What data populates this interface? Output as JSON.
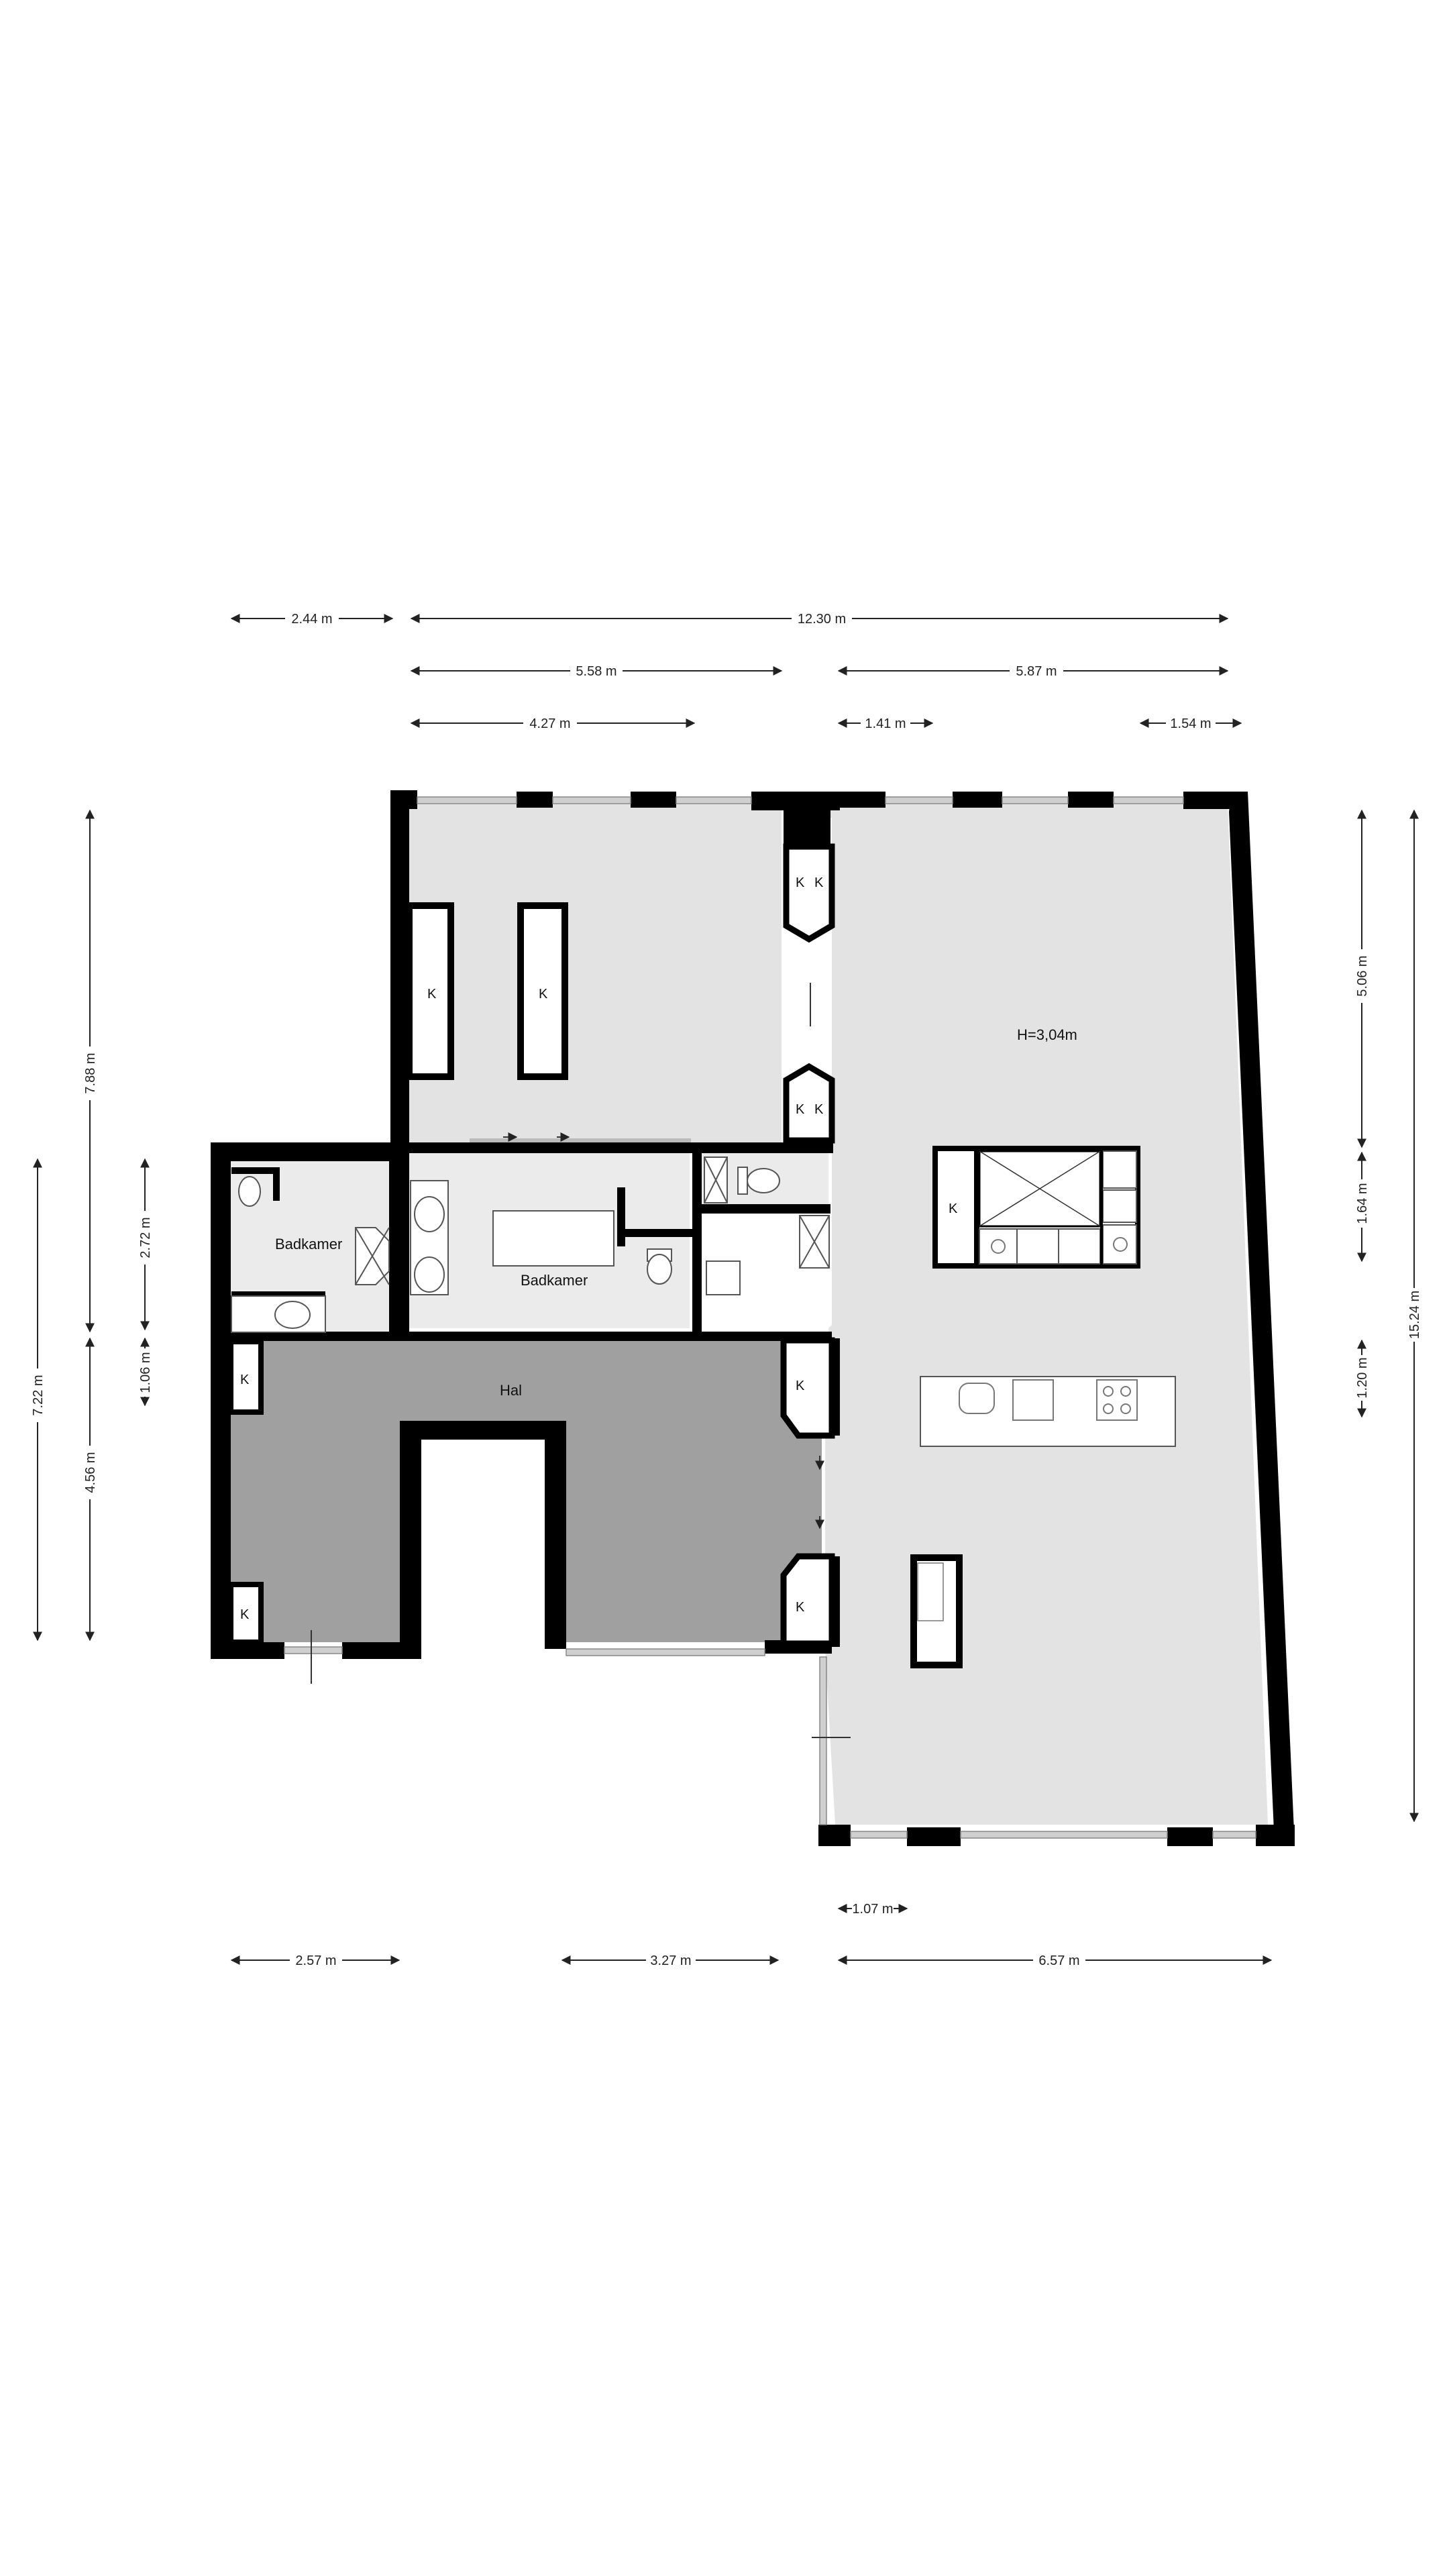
{
  "floorplan": {
    "colors": {
      "wall": "#000000",
      "floor_light": "#e3e3e3",
      "floor_bath": "#ebebeb",
      "floor_hall": "#a0a0a0",
      "window": "#cfcfcf",
      "dimension_line": "#222222",
      "fixture_stroke": "#555555"
    },
    "rooms": {
      "living_height": "H=3,04m",
      "bathroom_left": "Badkamer",
      "bathroom_center": "Badkamer",
      "hall": "Hal"
    },
    "closet_label": "K",
    "dimensions": {
      "top": [
        "2.44 m",
        "12.30 m",
        "5.58 m",
        "5.87 m",
        "4.27 m",
        "1.41 m",
        "1.54 m"
      ],
      "bottom": [
        "1.07 m",
        "2.57 m",
        "3.27 m",
        "6.57 m"
      ],
      "left": [
        "7.88 m",
        "2.72 m",
        "1.06 m",
        "7.22 m",
        "4.56 m"
      ],
      "right": [
        "5.06 m",
        "1.64 m",
        "1.20 m",
        "15.24 m"
      ]
    }
  }
}
